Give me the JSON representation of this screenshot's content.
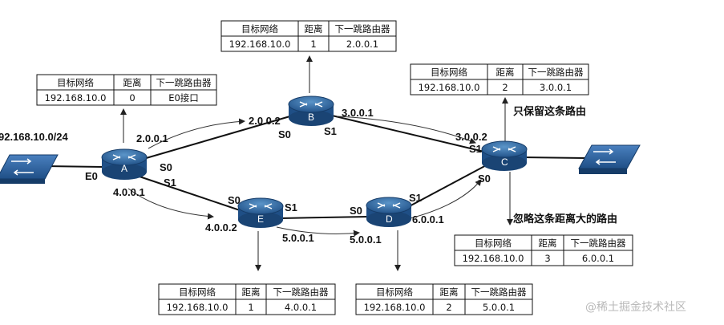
{
  "network": "92.168.10.0/24",
  "routers": {
    "A": {
      "name": "A",
      "if_e0": "E0",
      "if_s0": "S0",
      "if_s1": "S1",
      "ip_s0": "2.0.0.1",
      "ip_s1": "4.0.0.1"
    },
    "B": {
      "name": "B",
      "if_s0": "S0",
      "if_s1": "S1",
      "ip_s0": "2.0.0.2",
      "ip_s1": "3.0.0.1"
    },
    "C": {
      "name": "C",
      "if_s0": "S0",
      "if_s1": "S1",
      "ip_s1": "3.0.0.2"
    },
    "D": {
      "name": "D",
      "if_s0": "S0",
      "if_s1": "S1",
      "ip_s0": "5.0.0.1",
      "ip_s1": "6.0.0.1"
    },
    "E": {
      "name": "E",
      "if_s0": "S0",
      "if_s1": "S1",
      "ip_s0": "4.0.0.2",
      "ip_s1": "5.0.0.1"
    }
  },
  "headers": [
    "目标网络",
    "距离",
    "下一跳路由器"
  ],
  "tables": {
    "A": [
      "192.168.10.0",
      "0",
      "E0接口"
    ],
    "B": [
      "192.168.10.0",
      "1",
      "2.0.0.1"
    ],
    "C_keep": [
      "192.168.10.0",
      "2",
      "3.0.0.1"
    ],
    "C_ignore": [
      "192.168.10.0",
      "3",
      "6.0.0.1"
    ],
    "E": [
      "192.168.10.0",
      "1",
      "4.0.0.1"
    ],
    "D": [
      "192.168.10.0",
      "2",
      "5.0.0.1"
    ]
  },
  "notes": {
    "keep": "只保留这条路由",
    "ignore": "忽略这条距离大的路由"
  },
  "watermark": "@稀土掘金技术社区"
}
